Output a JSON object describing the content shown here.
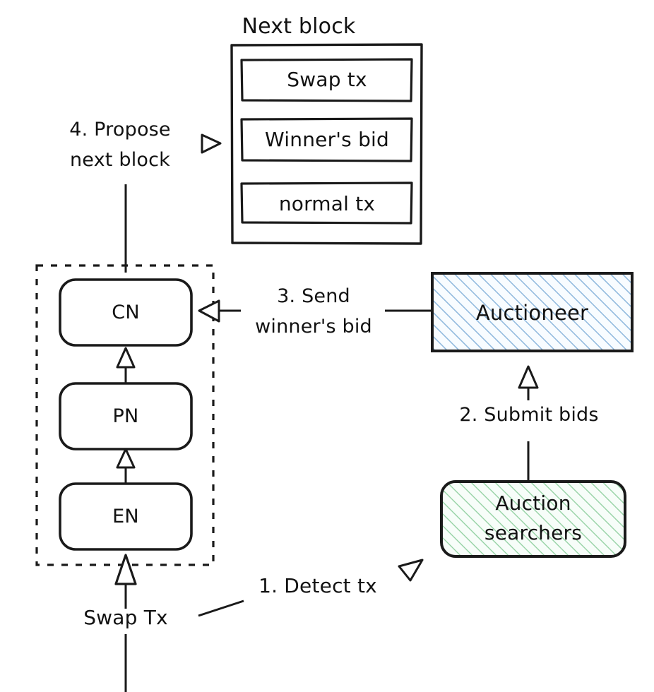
{
  "diagram": {
    "title_label": "Next block",
    "block": {
      "rows": [
        {
          "label": "Swap tx"
        },
        {
          "label": "Winner's bid"
        },
        {
          "label": "normal tx"
        }
      ]
    },
    "node_stack": {
      "nodes": [
        {
          "label": "CN"
        },
        {
          "label": "PN"
        },
        {
          "label": "EN"
        }
      ]
    },
    "entities": {
      "auctioneer": {
        "label": "Auctioneer",
        "hatch_color": "#8fb8dd",
        "fill": "#f7fbff",
        "shape": "rect"
      },
      "auction_searchers": {
        "label": "Auction\nsearchers",
        "line1": "Auction",
        "line2": "searchers",
        "hatch_color": "#8fcf9f",
        "fill": "#f6fdf8",
        "shape": "rounded"
      }
    },
    "steps": [
      {
        "id": "step-1",
        "label": "1. Detect tx"
      },
      {
        "id": "step-2",
        "label": "2. Submit bids"
      },
      {
        "id": "step-3",
        "label": "3. Send\nwinner's bid",
        "line1": "3. Send",
        "line2": "winner's bid"
      },
      {
        "id": "step-4",
        "label": "4. Propose\nnext block",
        "line1": "4. Propose",
        "line2": "next block"
      }
    ],
    "input_label": "Swap Tx",
    "stroke_color": "#1a1a1a"
  }
}
